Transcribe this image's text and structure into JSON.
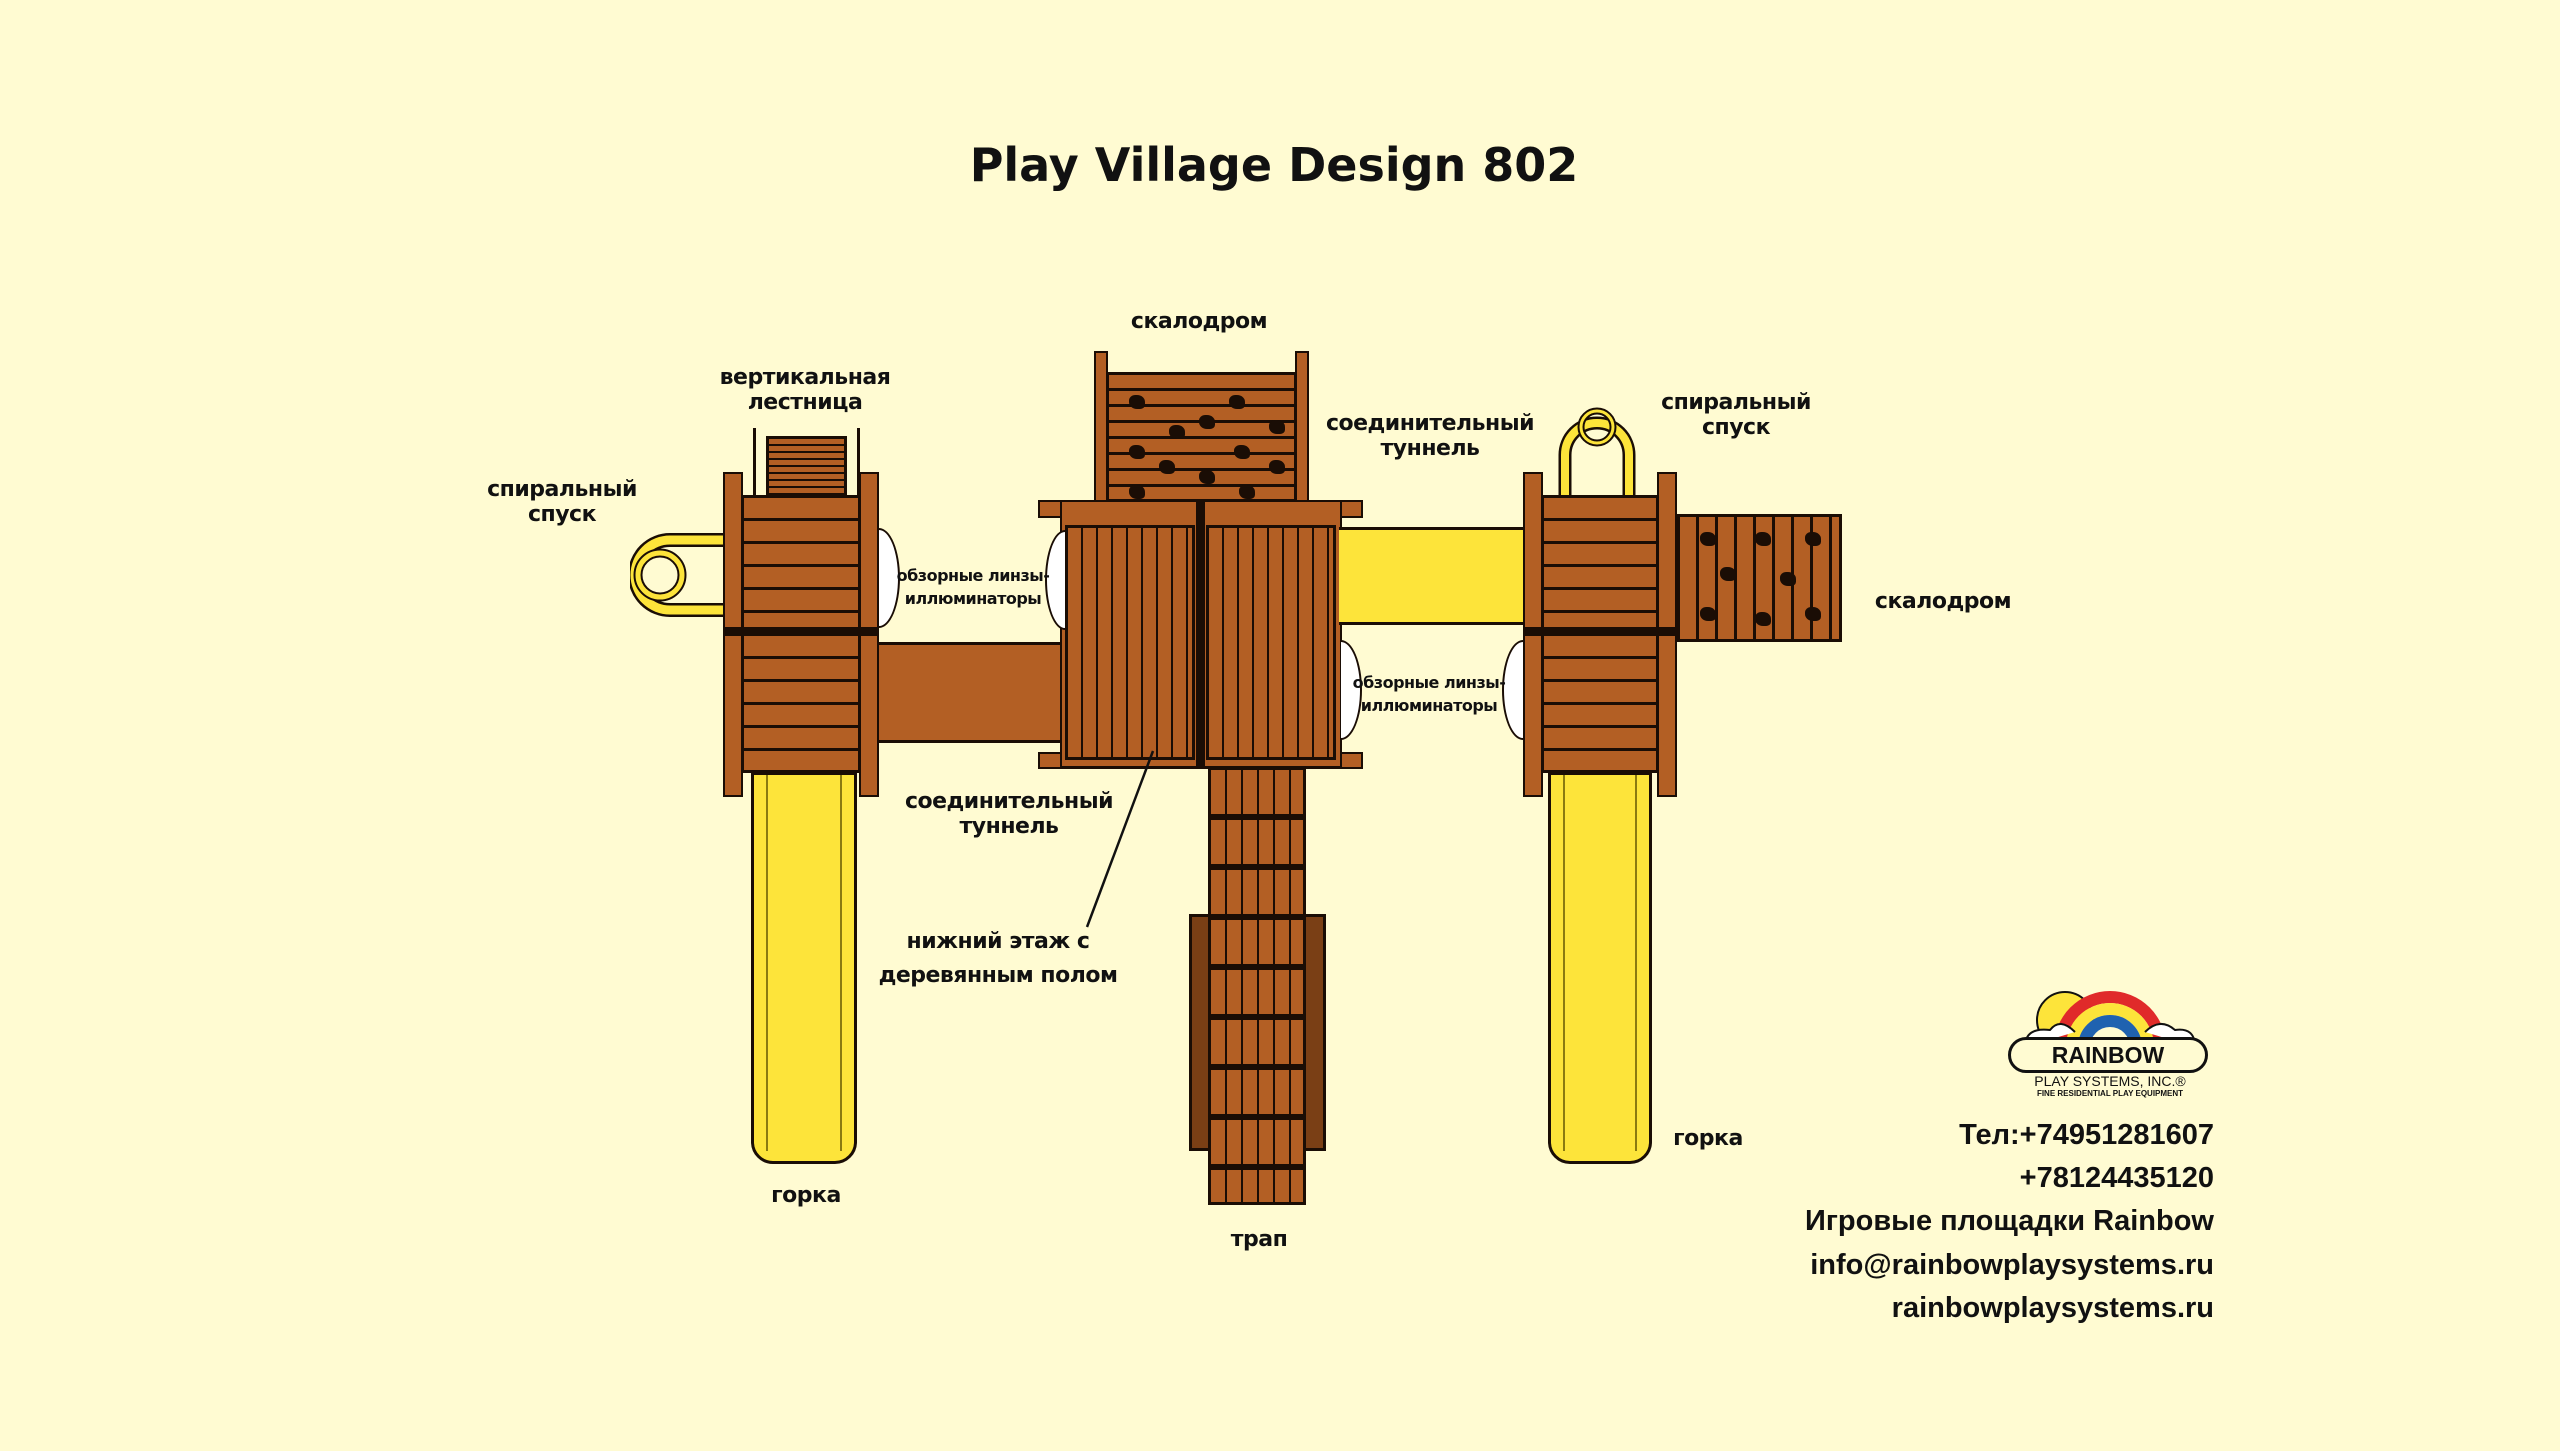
{
  "title": "Play Village Design 802",
  "labels": {
    "climbing_wall_top": "скалодром",
    "vertical_ladder": [
      "вертикальная",
      "лестница"
    ],
    "spiral_slide_left": [
      "спиральный",
      "спуск"
    ],
    "lenses_left": [
      "обзорные линзы-",
      "иллюминаторы"
    ],
    "tunnel_top": [
      "соединительный",
      "туннель"
    ],
    "spiral_slide_right": [
      "спиральный",
      "спуск"
    ],
    "climbing_wall_right": "скалодром",
    "lenses_right": [
      "обзорные линзы-",
      "иллюминаторы"
    ],
    "tunnel_bottom": [
      "соединительный",
      "туннель"
    ],
    "lower_floor": [
      "нижний этаж с",
      "деревянным полом"
    ],
    "slide_left": "горка",
    "ramp": "трап",
    "slide_right": "горка"
  },
  "logo": {
    "brand": "RAINBOW",
    "sub": "PLAY SYSTEMS, INC.®",
    "tagline": "FINE RESIDENTIAL PLAY EQUIPMENT"
  },
  "contacts": [
    "Тел:+74951281607",
    "+78124435120",
    "Игровые площадки Rainbow",
    "info@rainbowplaysystems.ru",
    "rainbowplaysystems.ru"
  ],
  "colors": {
    "background": "#fffbd2",
    "wood": "#b35f24",
    "slide": "#fde43a"
  }
}
